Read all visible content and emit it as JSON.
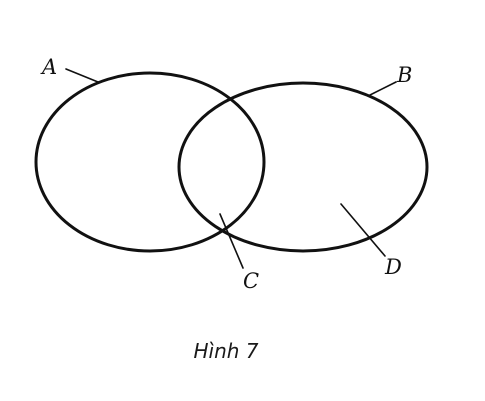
{
  "labels": {
    "a": "A",
    "b": "B",
    "c": "C",
    "d": "D"
  },
  "caption": "Hình 7"
}
